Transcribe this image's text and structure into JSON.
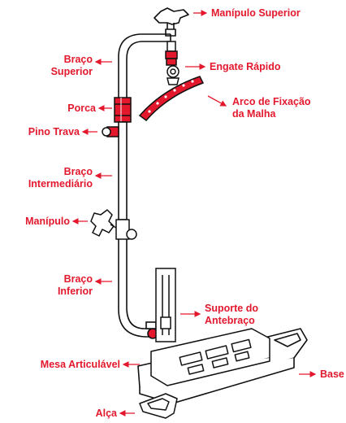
{
  "colors": {
    "label": "#e3182d",
    "outline": "#111111",
    "accent": "#e3182d"
  },
  "labels": {
    "manipulo_superior": "Manípulo Superior",
    "braco_superior": [
      "Braço",
      "Superior"
    ],
    "engate_rapido": "Engate Rápido",
    "arco": [
      "Arco de Fixação",
      "da Malha"
    ],
    "porca": "Porca",
    "pino_trava": "Pino Trava",
    "braco_intermediario": [
      "Braço",
      "Intermediário"
    ],
    "manipulo": "Manípulo",
    "braco_inferior": [
      "Braço",
      "Inferior"
    ],
    "suporte": [
      "Suporte do",
      "Antebraço"
    ],
    "mesa": "Mesa Articulável",
    "base": "Base",
    "alca": "Alça"
  }
}
